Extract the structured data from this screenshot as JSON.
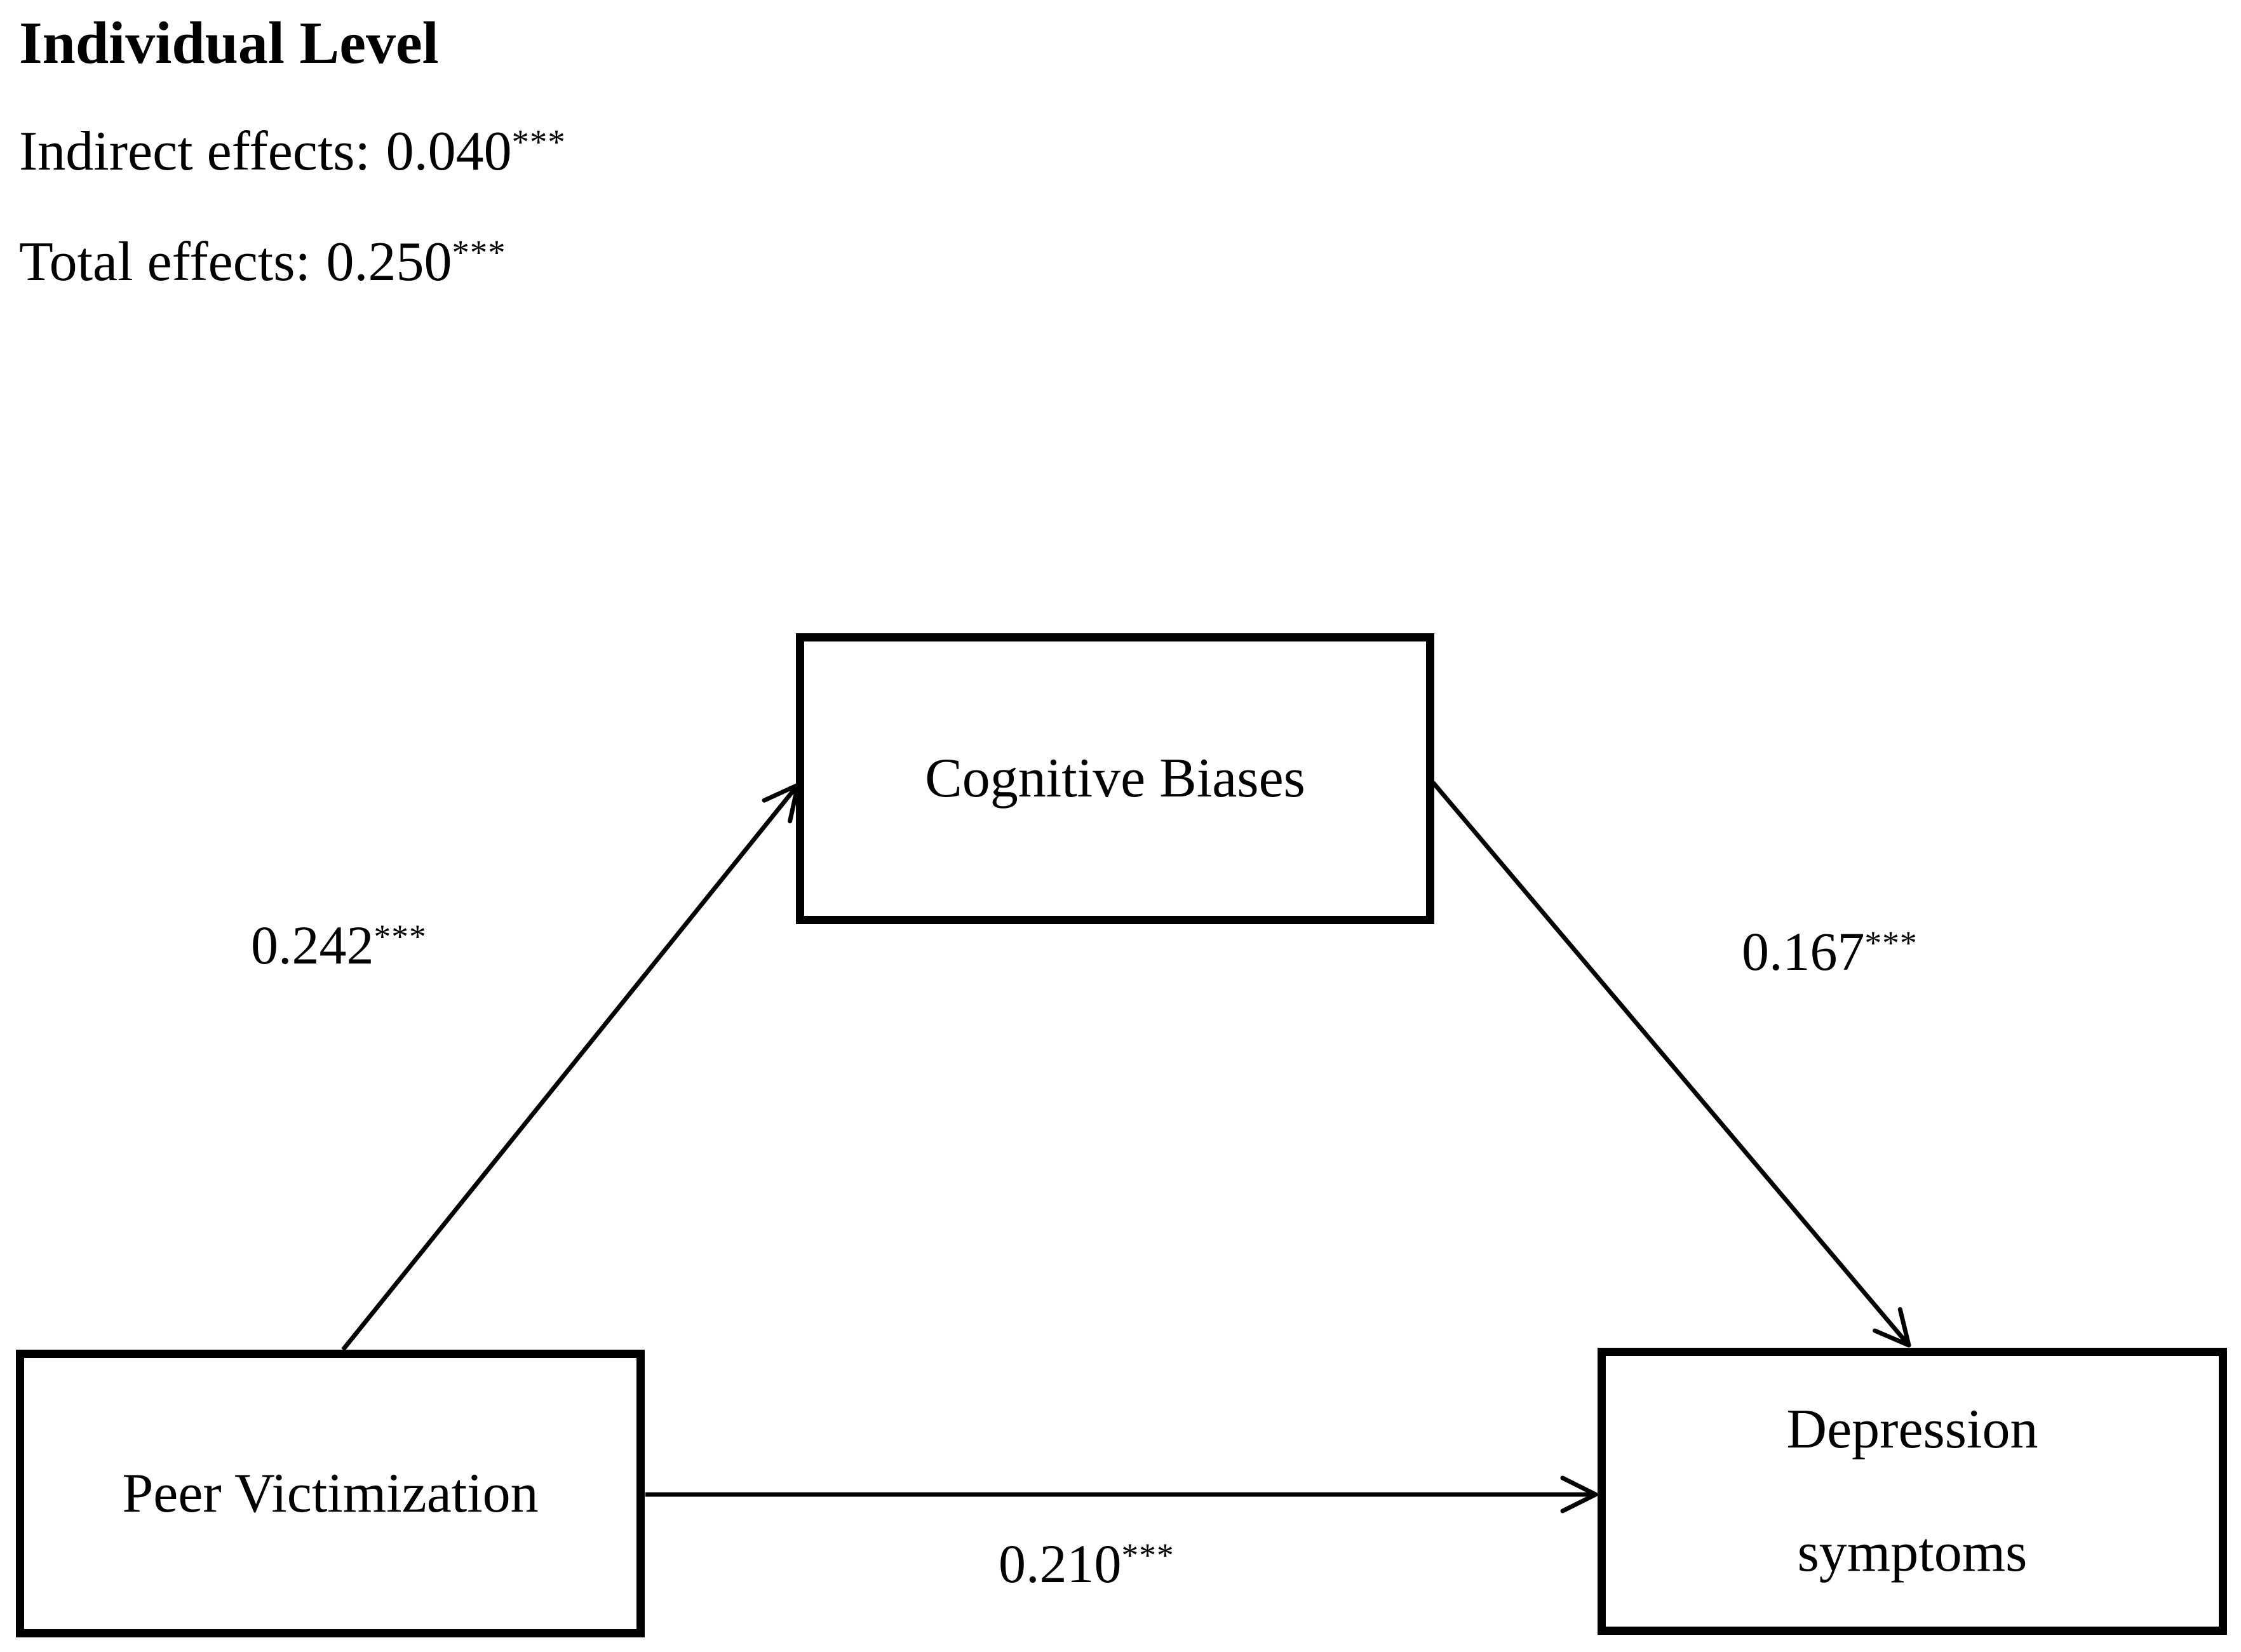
{
  "figure": {
    "level_title": "Individual Level",
    "indirect": {
      "label": "Indirect effects:",
      "value": "0.040",
      "stars": "***"
    },
    "total": {
      "label": "Total effects:",
      "value": "0.250",
      "stars": "***"
    }
  },
  "boxes": {
    "mediator": {
      "label": "Cognitive Biases"
    },
    "predictor": {
      "label": "Peer Victimization"
    },
    "outcome": {
      "lines": [
        "Depression",
        "symptoms"
      ]
    }
  },
  "paths": {
    "predictor_to_mediator": {
      "value": "0.242",
      "stars": "***"
    },
    "mediator_to_outcome": {
      "value": "0.167",
      "stars": "***"
    },
    "predictor_to_outcome": {
      "value": "0.210",
      "stars": "***"
    }
  },
  "colors": {
    "ink": "#000000",
    "background": "#ffffff"
  }
}
